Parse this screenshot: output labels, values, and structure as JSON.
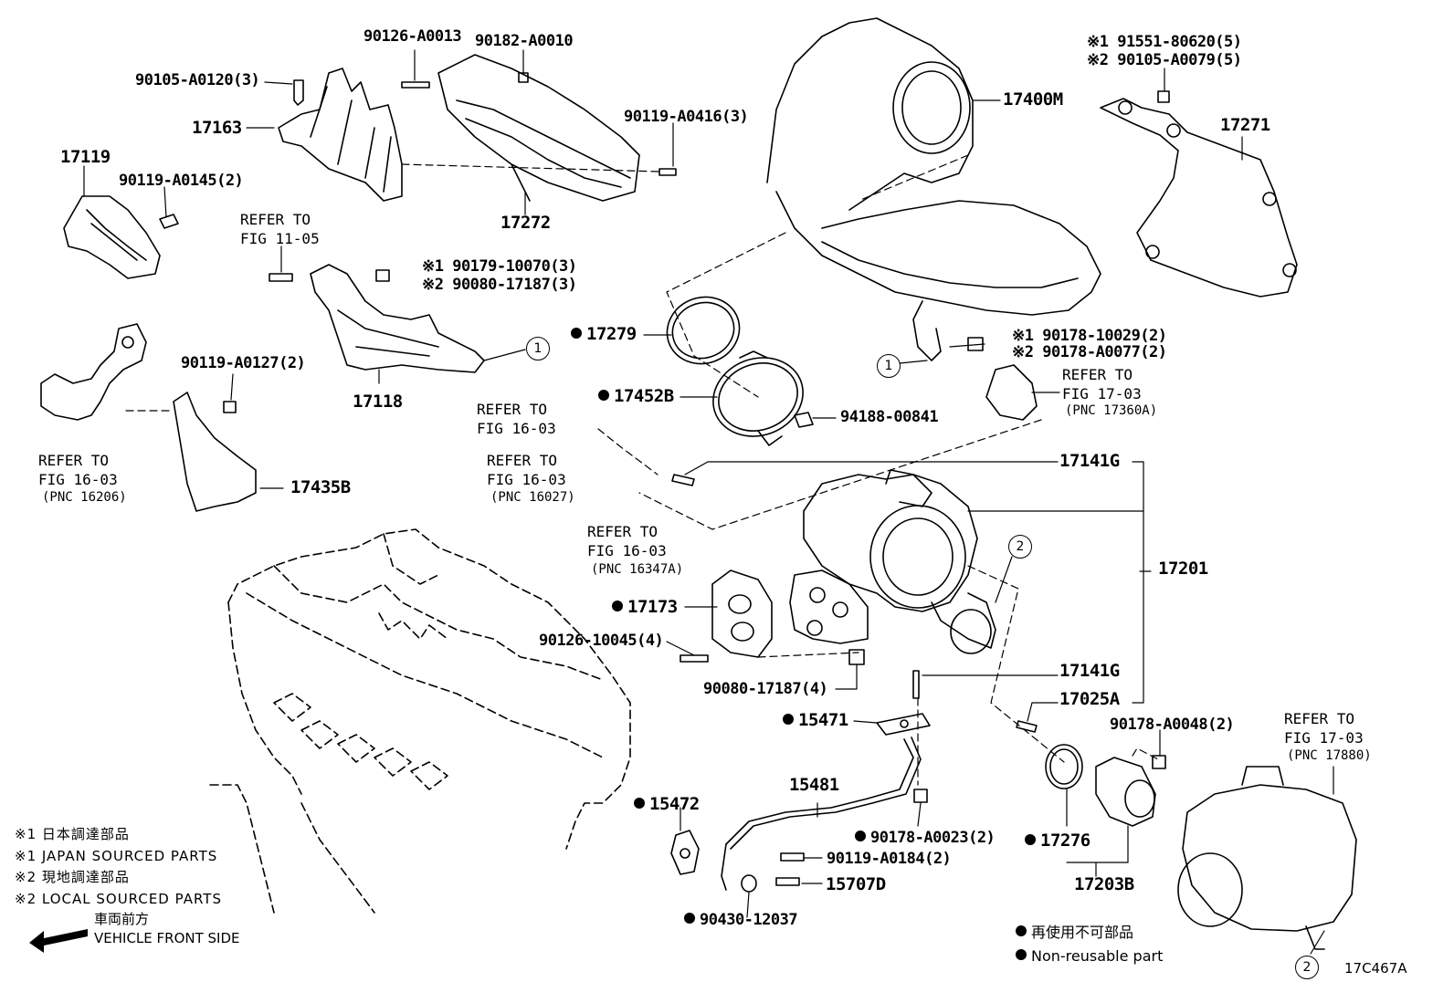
{
  "diagram_code": "17C467A",
  "labels": {
    "p90126_A0013": "90126-A0013",
    "p90182_A0010": "90182-A0010",
    "p90105_A0120": "90105-A0120(3)",
    "p17163": "17163",
    "p90119_A0416": "90119-A0416(3)",
    "p17119": "17119",
    "p90119_A0145": "90119-A0145(2)",
    "p17272": "17272",
    "p17400M": "17400M",
    "p90179_10070": "※1 90179-10070(3)",
    "p90080_17187_3": "※2 90080-17187(3)",
    "p90119_A0127": "90119-A0127(2)",
    "p17118": "17118",
    "p17435B": "17435B",
    "p17279": "17279",
    "p17452B": "17452B",
    "p94188_00841": "94188-00841",
    "p91551_80620": "※1 91551-80620(5)",
    "p90105_A0079": "※2 90105-A0079(5)",
    "p17271": "17271",
    "p90178_10029": "※1 90178-10029(2)",
    "p90178_A0077": "※2 90178-A0077(2)",
    "p17141G_top": "17141G",
    "p17201": "17201",
    "p17173": "17173",
    "p90126_10045": "90126-10045(4)",
    "p90080_17187_4": "90080-17187(4)",
    "p17141G_bot": "17141G",
    "p17025A": "17025A",
    "p15471": "15471",
    "p90178_A0048": "90178-A0048(2)",
    "p15481": "15481",
    "p15472": "15472",
    "p90178_A0023": "90178-A0023(2)",
    "p17276": "17276",
    "p90119_A0184": "90119-A0184(2)",
    "p15707D": "15707D",
    "p17203B": "17203B",
    "p90430_12037": "90430-12037"
  },
  "refs": {
    "fig11_05": "REFER TO\nFIG 11-05",
    "fig16_03_a": "REFER TO\nFIG 16-03",
    "pnc16206": "(PNC 16206)",
    "fig16_03_b": "REFER TO\nFIG 16-03",
    "fig16_03_c": "REFER TO\nFIG 16-03",
    "pnc16027": "(PNC 16027)",
    "fig16_03_d": "REFER TO\nFIG 16-03",
    "pnc16347A": "(PNC 16347A)",
    "fig17_03_a": "REFER TO\nFIG 17-03",
    "pnc17360A": "(PNC 17360A)",
    "fig17_03_b": "REFER TO\nFIG 17-03",
    "pnc17880": "(PNC 17880)"
  },
  "callouts": {
    "one": "1",
    "two": "2"
  },
  "legend": {
    "l1": "※1 日本調達部品",
    "l2": "※1 JAPAN SOURCED PARTS",
    "l3": "※2 現地調達部品",
    "l4": "※2 LOCAL SOURCED PARTS",
    "front_jp": "車両前方",
    "front_en": "VEHICLE FRONT SIDE",
    "nonreuse_jp": "再使用不可部品",
    "nonreuse_en": "Non-reusable part"
  }
}
